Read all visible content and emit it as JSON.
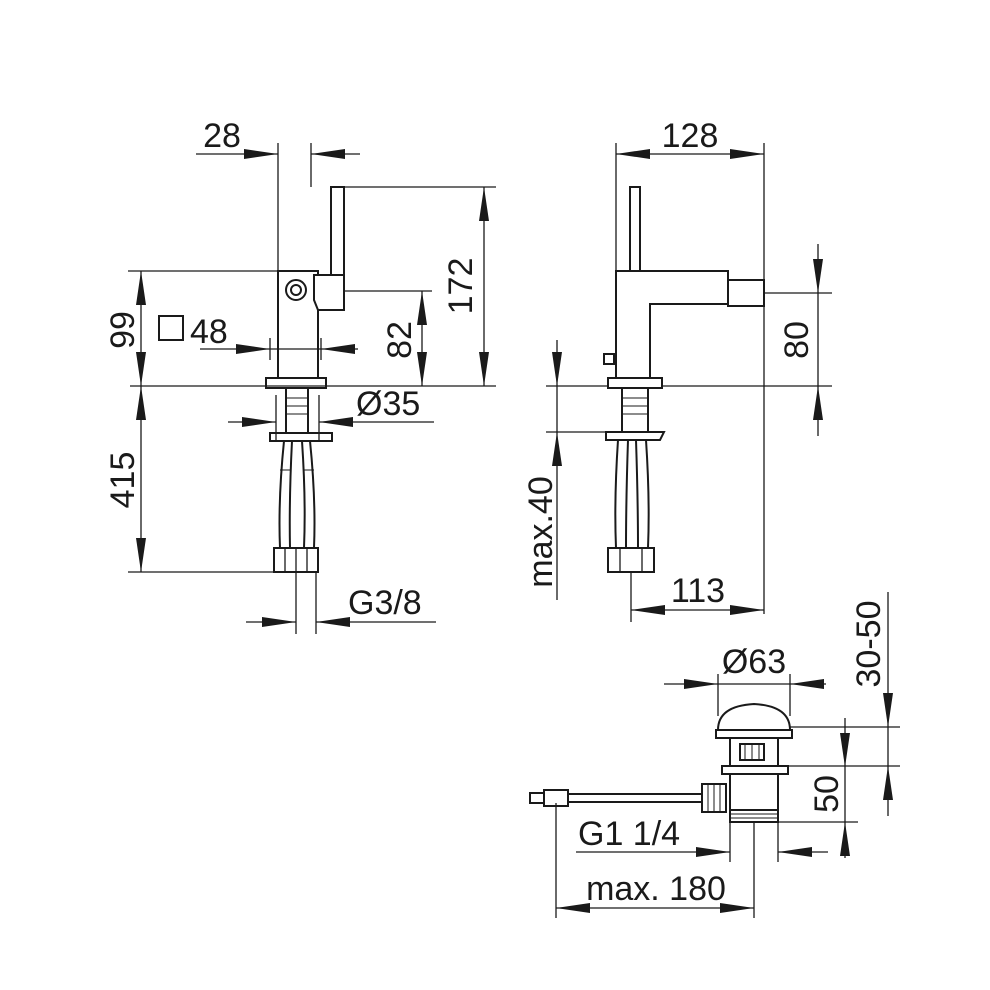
{
  "labels": {
    "d28": "28",
    "d172": "172",
    "d99": "99",
    "sq48": "48",
    "d82": "82",
    "d35": "Ø35",
    "d415": "415",
    "g38": "G3/8",
    "d128": "128",
    "d80": "80",
    "max40": "max.40",
    "d113": "113",
    "d63": "Ø63",
    "d3050": "30-50",
    "d50": "50",
    "g114": "G1 1/4",
    "max180": "max. 180"
  }
}
